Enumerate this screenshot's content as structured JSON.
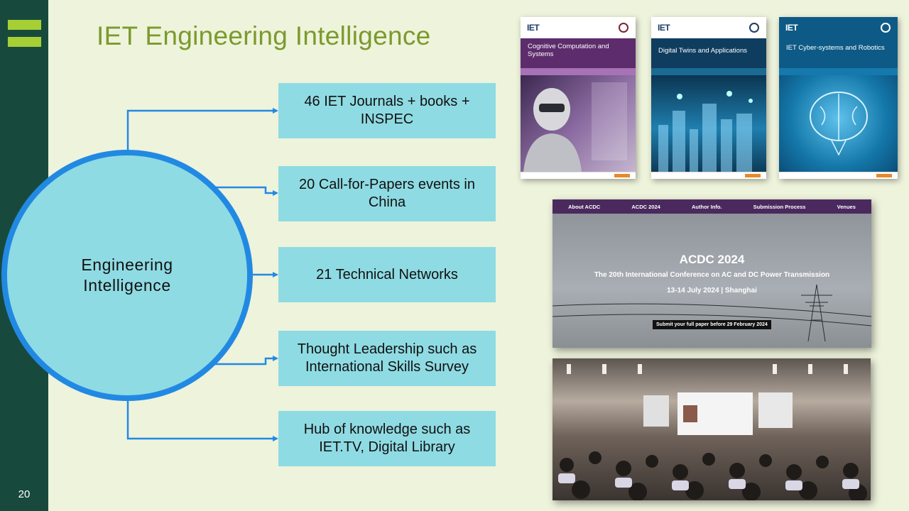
{
  "slide": {
    "title": "IET Engineering Intelligence",
    "page_number": "20"
  },
  "hub": {
    "label": "Engineering Intelligence"
  },
  "items": [
    {
      "text": "46 IET Journals + books + INSPEC"
    },
    {
      "text": "20 Call-for-Papers events in China"
    },
    {
      "text": "21 Technical Networks"
    },
    {
      "text": "Thought Leadership such as International Skills Survey"
    },
    {
      "text": "Hub of knowledge such as IET.TV, Digital Library"
    }
  ],
  "journals": [
    {
      "logo": "IET",
      "title": "Cognitive Computation and Systems"
    },
    {
      "logo": "IET",
      "title": "Digital Twins and Applications"
    },
    {
      "logo": "IET",
      "title": "IET Cyber-systems and Robotics"
    }
  ],
  "conference": {
    "nav": [
      "About ACDC",
      "ACDC 2024",
      "Author Info.",
      "Submission Process",
      "Venues"
    ],
    "title": "ACDC 2024",
    "subtitle": "The 20th International Conference on AC and DC Power Transmission",
    "date": "13-14 July 2024 | Shanghai",
    "cta": "Submit your full paper before 29 February 2024"
  },
  "colors": {
    "background": "#eef3dc",
    "sidebar": "#174a3d",
    "accent_green": "#a6cf35",
    "title": "#7b9a2c",
    "box_fill": "#8fdbe3",
    "connector_blue": "#2289e3"
  }
}
